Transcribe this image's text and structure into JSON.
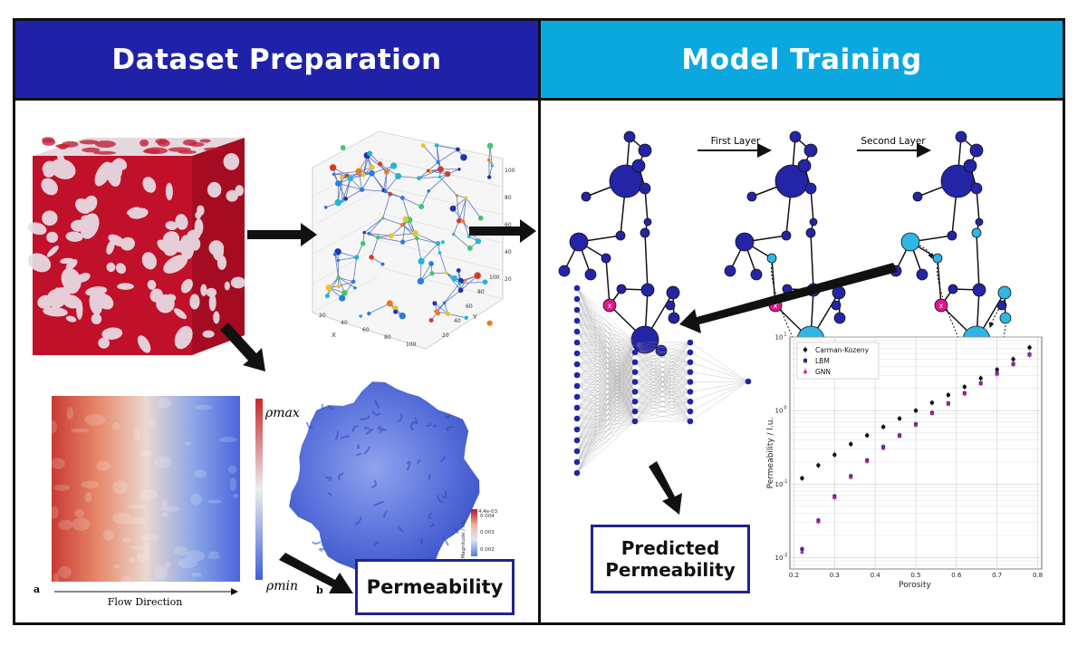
{
  "header": {
    "left_title": "Dataset Preparation",
    "right_title": "Model Training"
  },
  "left": {
    "permeability_label": "Permeability",
    "flow_direction": "Flow Direction",
    "panel_a": "a",
    "panel_b": "b",
    "rho_max": "ρmax",
    "rho_min": "ρmin",
    "colorbar_b": {
      "title": "Magnitude / l.u.",
      "ticks": [
        "4.4e-03",
        "0.004",
        "0.003",
        "0.002"
      ]
    },
    "graph3d_axes": {
      "x_label": "X",
      "y_label": "Y",
      "x_ticks": [
        "20",
        "40",
        "60",
        "80",
        "100"
      ],
      "y_ticks": [
        "20",
        "40",
        "60",
        "80",
        "100"
      ],
      "z_ticks": [
        "100",
        "80",
        "60",
        "40",
        "20"
      ]
    }
  },
  "right": {
    "first_layer": "First Layer",
    "second_layer": "Second Layer",
    "node_marker": "x",
    "predicted_label": "Predicted\nPermeability"
  },
  "chart_data": {
    "type": "scatter",
    "title": "",
    "xlabel": "Porosity",
    "ylabel": "Permeability / l.u.",
    "xlim": [
      0.19,
      0.81
    ],
    "ylim": [
      0.007,
      10
    ],
    "yscale": "log",
    "grid": true,
    "legend_position": "top-left",
    "x_ticks": [
      "0.2",
      "0.3",
      "0.4",
      "0.5",
      "0.6",
      "0.7",
      "0.8"
    ],
    "y_ticks": [
      "10^-2",
      "10^-1",
      "10^0",
      "10^1"
    ],
    "x": [
      0.22,
      0.26,
      0.3,
      0.34,
      0.38,
      0.42,
      0.46,
      0.5,
      0.54,
      0.58,
      0.62,
      0.66,
      0.7,
      0.74,
      0.78
    ],
    "series": [
      {
        "name": "Carman-Kozeny",
        "color": "#111111",
        "marker": "circle",
        "values": [
          0.12,
          0.18,
          0.25,
          0.35,
          0.46,
          0.6,
          0.78,
          1.0,
          1.28,
          1.63,
          2.1,
          2.75,
          3.6,
          5.0,
          7.2
        ]
      },
      {
        "name": "LBM",
        "color": "#1f2a8a",
        "marker": "square",
        "values": [
          0.013,
          0.032,
          0.068,
          0.128,
          0.21,
          0.32,
          0.46,
          0.65,
          0.93,
          1.25,
          1.72,
          2.35,
          3.2,
          4.3,
          5.8
        ]
      },
      {
        "name": "GNN",
        "color": "#c0189a",
        "marker": "triangle",
        "values": [
          0.012,
          0.031,
          0.066,
          0.125,
          0.205,
          0.31,
          0.45,
          0.64,
          0.92,
          1.23,
          1.7,
          2.33,
          3.15,
          4.25,
          5.7
        ]
      }
    ]
  },
  "colors": {
    "left_header": "#1f22a8",
    "right_header": "#0ba8e0",
    "node_dark": "#2424a6",
    "node_light": "#2fb5e6",
    "node_marker": "#e0168f",
    "porous_red": "#c0102a"
  }
}
